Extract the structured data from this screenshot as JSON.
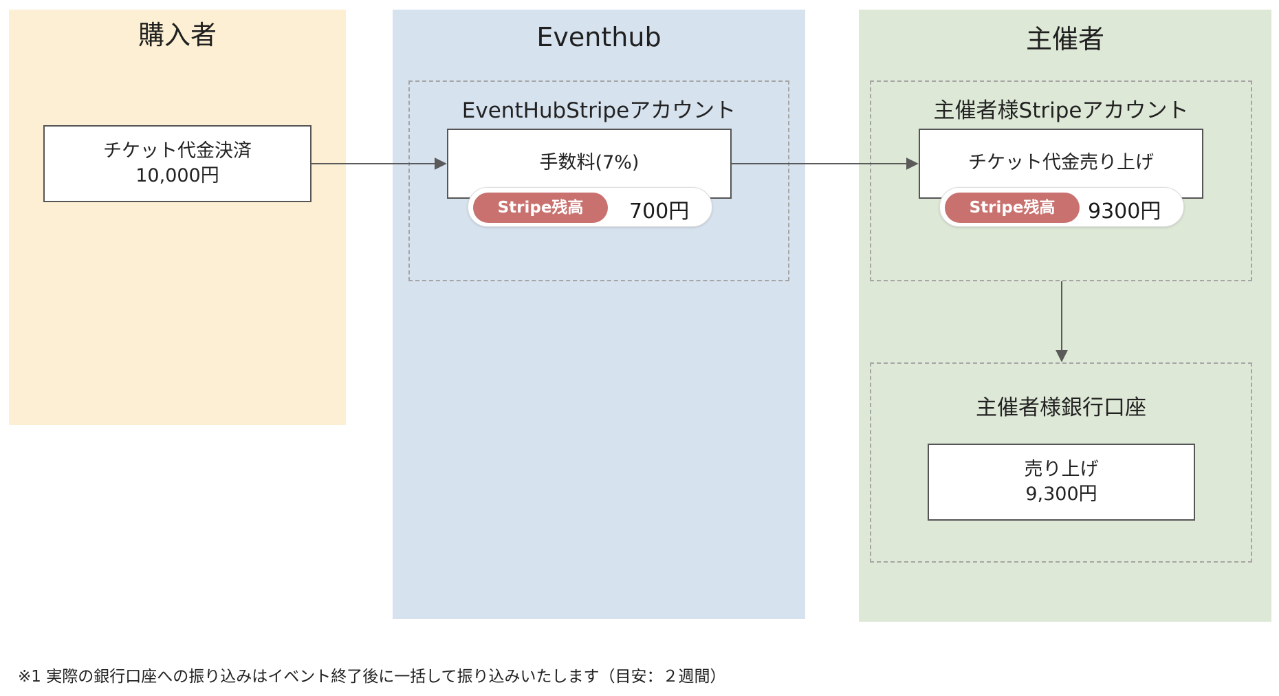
{
  "lanes": {
    "buyer": {
      "title": "購入者",
      "color": "#fcefd3"
    },
    "eventhub": {
      "title": "Eventhub",
      "color": "#d7e2ef"
    },
    "organizer": {
      "title": "主催者",
      "color": "#dee8d7"
    }
  },
  "buyer_box": {
    "line1": "チケット代金決済",
    "line2": "10,000円"
  },
  "eventhub_account": {
    "title": "EventHubStripeアカウント",
    "box_label": "手数料(7%)",
    "badge": "Stripe残高",
    "amount": "700円"
  },
  "organizer_account": {
    "title": "主催者様Stripeアカウント",
    "box_label": "チケット代金売り上げ",
    "badge": "Stripe残高",
    "amount": "9300円"
  },
  "organizer_bank": {
    "title": "主催者様銀行口座",
    "line1": "売り上げ",
    "line2": "9,300円"
  },
  "badge_color": "#c9716e",
  "footnote": "※1 実際の銀行口座への振り込みはイベント終了後に一括して振り込みいたします（目安：２週間）"
}
